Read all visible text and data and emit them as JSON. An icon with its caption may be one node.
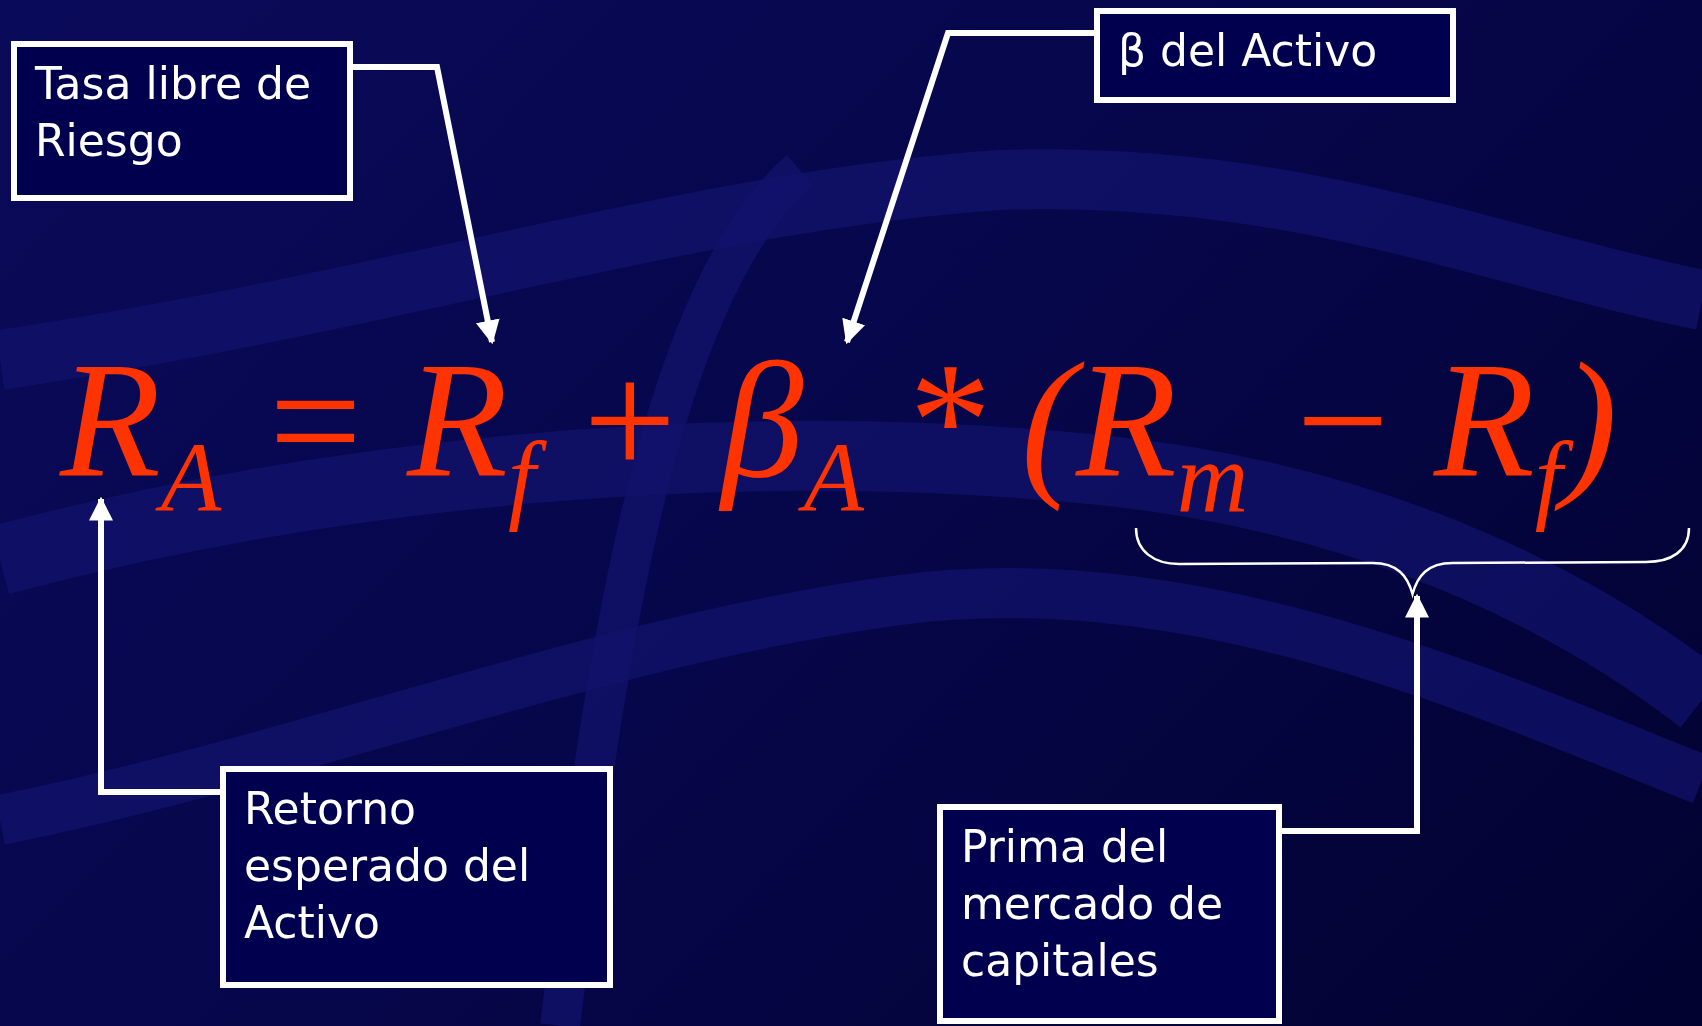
{
  "diagram": {
    "nodes": [
      {
        "text": [
          "Tasa libre de Riesgo"
        ]
      },
      {
        "text": [
          "β del Activo"
        ]
      },
      {
        "text": [],
        "shape": "brace"
      },
      {
        "text": [
          "Retorno esperado del Activo"
        ]
      },
      {
        "text": [
          "Prima del mercado de capitales"
        ]
      },
      {
        "text": [
          "R$_{A}$ = R$_{f}$ + β$_{A}$ * (R$_{m}$ − R$_{f}$)"
        ]
      }
    ],
    "edges": [
      {
        "from": 0,
        "to": 5,
        "arrow": "to"
      },
      {
        "from": 1,
        "to": 5,
        "arrow": "to"
      },
      {
        "from": 3,
        "to": 5,
        "arrow": "to"
      },
      {
        "from": 4,
        "to": 2,
        "arrow": "to"
      }
    ]
  }
}
